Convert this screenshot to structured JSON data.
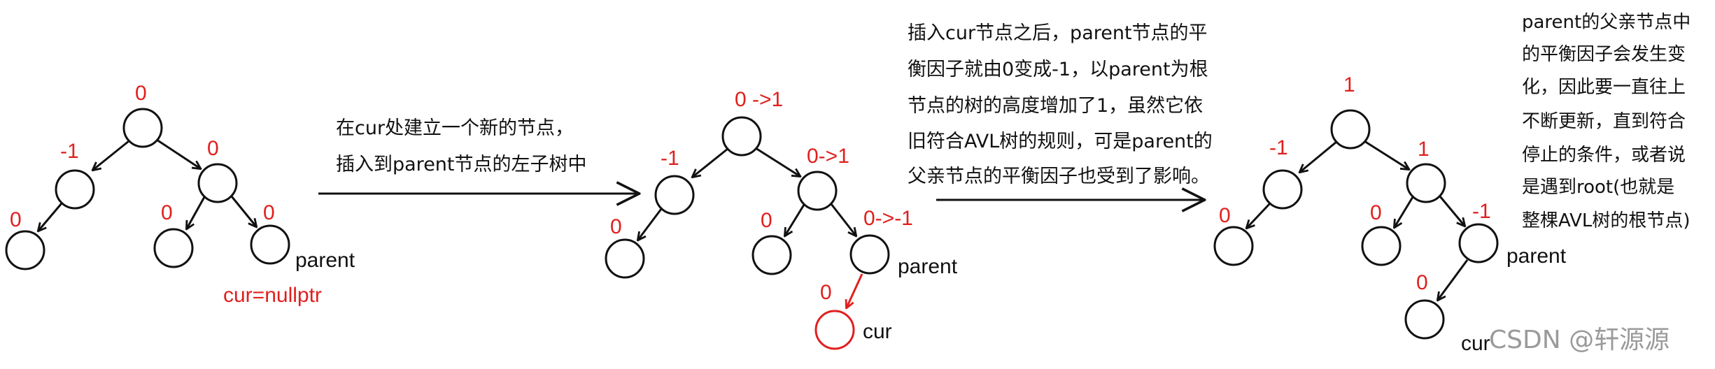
{
  "colors": {
    "ink": "#111111",
    "accent": "#e0201e",
    "watermark": "#9a9a9a"
  },
  "stage1": {
    "bf": {
      "root": "0",
      "left": "-1",
      "leftleft": "0",
      "right": "0",
      "rightleft": "0",
      "rightright": "0"
    },
    "parent_label": "parent",
    "cur_label": "cur=nullptr"
  },
  "caption1": {
    "lines": [
      "在cur处建立一个新的节点，",
      "插入到parent节点的左子树中"
    ]
  },
  "stage2": {
    "bf": {
      "root": "0 ->1",
      "left": "-1",
      "leftleft": "0",
      "right": "0->1",
      "rightleft": "0",
      "rightright": "0->-1",
      "cur": "0"
    },
    "parent_label": "parent",
    "cur_label": "cur"
  },
  "caption2": {
    "lines": [
      "插入cur节点之后，parent节点的平",
      "衡因子就由0变成-1，以parent为根",
      "节点的树的高度增加了1，虽然它依",
      "旧符合AVL树的规则，可是parent的",
      "父亲节点的平衡因子也受到了影响。"
    ]
  },
  "stage3": {
    "bf": {
      "root": "1",
      "left": "-1",
      "leftleft": "0",
      "right": "1",
      "rightleft": "0",
      "rightright": "-1",
      "cur": "0"
    },
    "parent_label": "parent",
    "cur_label": "cur"
  },
  "caption3": {
    "lines": [
      "parent的父亲节点中",
      "的平衡因子会发生变",
      "化，因此要一直往上",
      "不断更新，直到符合",
      "停止的条件，或者说",
      "是遇到root(也就是",
      "整棵AVL树的根节点)"
    ]
  },
  "watermark": "CSDN @轩源源"
}
